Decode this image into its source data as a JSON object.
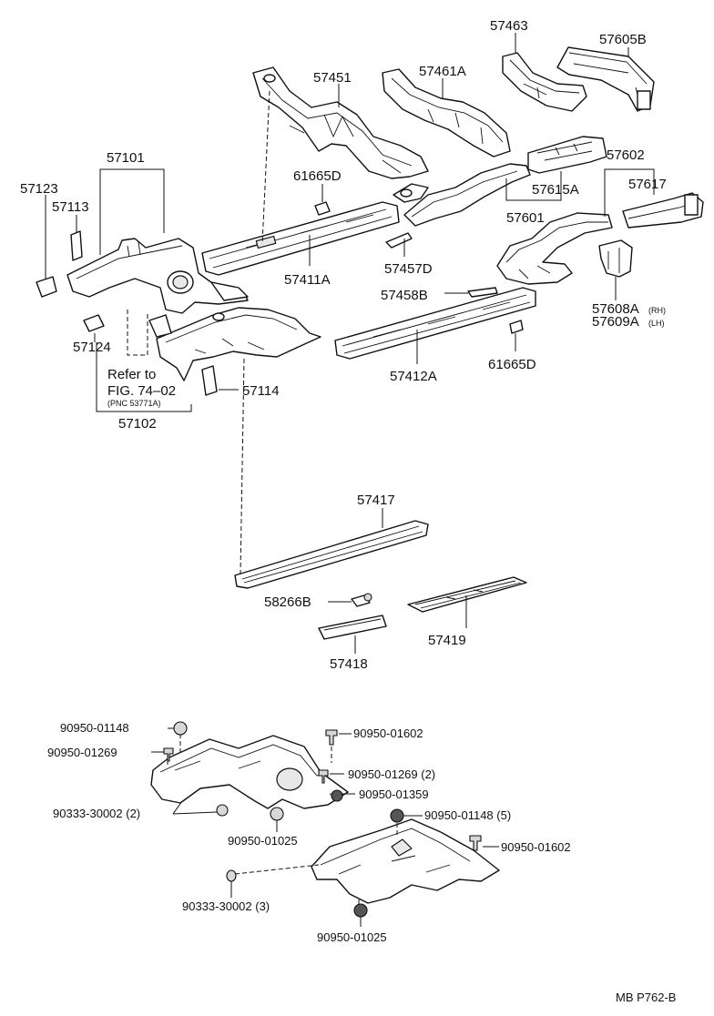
{
  "labels": {
    "p57463": "57463",
    "p57605B": "57605B",
    "p57451": "57451",
    "p57461A": "57461A",
    "p57101": "57101",
    "p57602": "57602",
    "p57123": "57123",
    "p61665D_top": "61665D",
    "p57617": "57617",
    "p57113": "57113",
    "p57615A": "57615A",
    "p57601": "57601",
    "p57411A": "57411A",
    "p57457D": "57457D",
    "p57608A": "57608A",
    "p57608A_side": "(RH)",
    "p57609A": "57609A",
    "p57609A_side": "(LH)",
    "p57458B": "57458B",
    "p57124": "57124",
    "refer_line1": "Refer to",
    "refer_line2": "FIG. 74–02",
    "refer_line3": "(PNC 53771A)",
    "p57114": "57114",
    "p61665D_bottom": "61665D",
    "p57412A": "57412A",
    "p57102": "57102",
    "p57417": "57417",
    "p58266B": "58266B",
    "p57419": "57419",
    "p57418": "57418",
    "f90950_01148_a": "90950-01148",
    "f90950_01602_a": "90950-01602",
    "f90950_01269_a": "90950-01269",
    "f90950_01269_b": "90950-01269 (2)",
    "f90950_01359": "90950-01359",
    "f90333_30002_a": "90333-30002 (2)",
    "f90950_01148_b": "90950-01148 (5)",
    "f90950_01025_a": "90950-01025",
    "f90950_01602_b": "90950-01602",
    "f90333_30002_b": "90333-30002 (3)",
    "f90950_01025_b": "90950-01025",
    "code": "MB P762-B"
  }
}
